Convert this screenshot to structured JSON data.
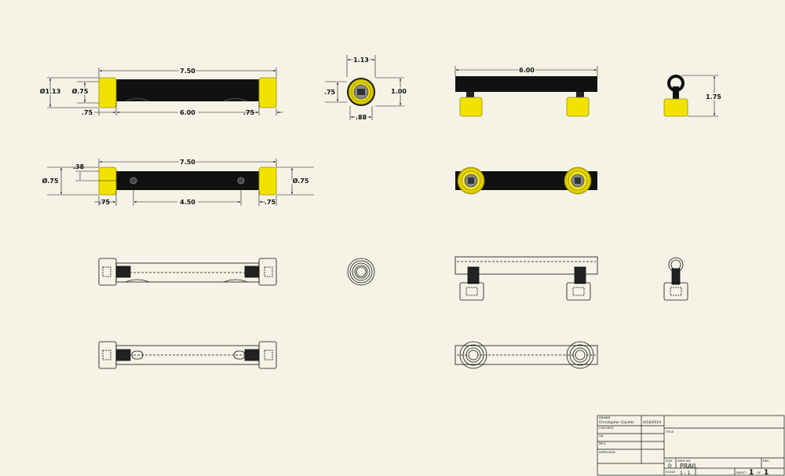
{
  "colors": {
    "paper": "#f4f3e6",
    "rail": "#111111",
    "nut": "#f2e200",
    "line": "#111111"
  },
  "views": {
    "top_left": {
      "overall_length": "7.50",
      "inner_length": "6.00",
      "end_left": ".75",
      "end_right": ".75",
      "dia_outer": "Ø1.13",
      "dia_inner": "Ø.75"
    },
    "second_left": {
      "overall_length": "7.50",
      "hole_spacing": "4.50",
      "end_left": ".75",
      "end_right": ".75",
      "offset": ".38",
      "dia_left": "Ø.75",
      "dia_right": "Ø.75"
    },
    "end_view": {
      "width": "1.13",
      "height_left": ".75",
      "height_right": "1.00",
      "bottom": ".88"
    },
    "side_view": {
      "length": "6.00"
    },
    "right_view": {
      "height": "1.75"
    }
  },
  "title_block": {
    "drawn_label": "DRAWN",
    "drawn_by": "Christopher Gaylets",
    "drawn_date": "4/18/2014",
    "checked_label": "CHECKED",
    "qa_label": "QA",
    "mfg_label": "MFG",
    "approved_label": "APPROVED",
    "title_label": "TITLE",
    "size_label": "SIZE",
    "size_value": "D",
    "dwg_no_label": "DWG NO",
    "dwg_no_value": "PRAIL",
    "rev_label": "REV",
    "scale_label": "SCALE",
    "scale_value": "1 : 1",
    "sheet_label": "SHEET",
    "sheet_value": "1",
    "of_label": "OF",
    "of_value": "1"
  }
}
